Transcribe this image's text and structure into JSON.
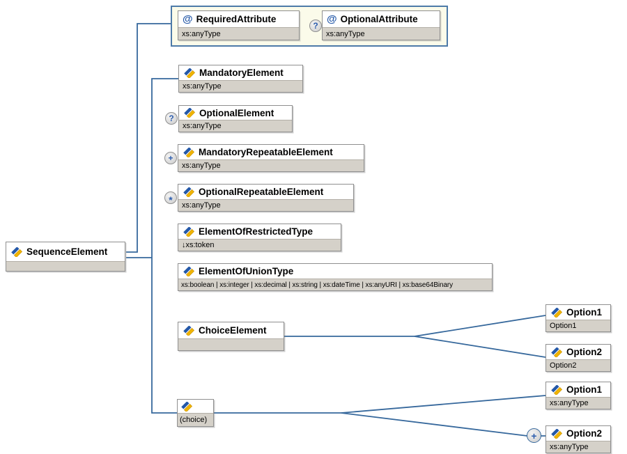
{
  "colors": {
    "connector": "#36689c",
    "node_border": "#8f8f8f",
    "band_fill": "#d5d1c9",
    "container_fill": "#fbfbea",
    "container_border": "#4d7aa8",
    "icon_blue": "#2458a8",
    "icon_yellow": "#f0b400"
  },
  "attributes_group": {
    "at_symbol": "@",
    "required": {
      "name": "RequiredAttribute",
      "type": "xs:anyType"
    },
    "optional": {
      "name": "OptionalAttribute",
      "type": "xs:anyType"
    },
    "optional_badge": "?"
  },
  "root": {
    "name": "SequenceElement",
    "type": ""
  },
  "children": {
    "mandatory_element": {
      "name": "MandatoryElement",
      "type": "xs:anyType"
    },
    "optional_element": {
      "name": "OptionalElement",
      "type": "xs:anyType",
      "badge": "?"
    },
    "mandatory_repeatable_element": {
      "name": "MandatoryRepeatableElement",
      "type": "xs:anyType",
      "badge": "+"
    },
    "optional_repeatable_element": {
      "name": "OptionalRepeatableElement",
      "type": "xs:anyType",
      "badge": "*"
    },
    "element_of_restricted_type": {
      "name": "ElementOfRestrictedType",
      "type": "↓xs:token"
    },
    "element_of_union_type": {
      "name": "ElementOfUnionType",
      "type": "xs:boolean | xs:integer | xs:decimal | xs:string | xs:dateTime | xs:anyURI | xs:base64Binary"
    },
    "choice_element": {
      "name": "ChoiceElement",
      "type": "",
      "options": [
        {
          "name": "Option1",
          "type": "Option1"
        },
        {
          "name": "Option2",
          "type": "Option2"
        }
      ]
    },
    "choice_group": {
      "label": "(choice)",
      "options": [
        {
          "name": "Option1",
          "type": "xs:anyType"
        },
        {
          "name": "Option2",
          "type": "xs:anyType",
          "badge": "+"
        }
      ]
    }
  }
}
